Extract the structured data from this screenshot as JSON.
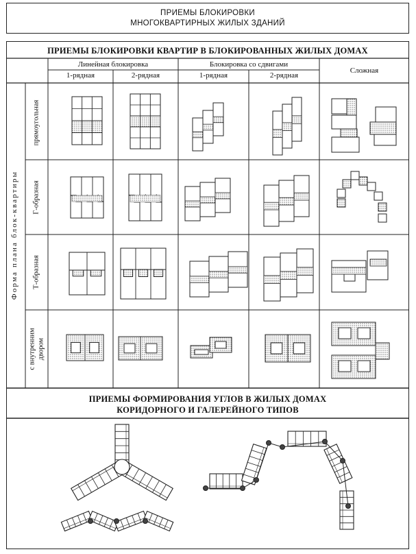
{
  "sheet_title": {
    "line1": "ПРИЕМЫ БЛОКИРОВКИ",
    "line2": "МНОГОКВАРТИРНЫХ ЖИЛЫХ ЗДАНИЙ"
  },
  "section1": {
    "title": "ПРИЕМЫ БЛОКИРОВКИ КВАРТИР В БЛОКИРОВАННЫХ ЖИЛЫХ ДОМАХ",
    "groups": {
      "linear": "Линейная блокировка",
      "shifted": "Блокировка со сдвигами",
      "complex": "Сложная"
    },
    "subcolumns": [
      "1-рядная",
      "2-рядная",
      "1-рядная",
      "2-рядная"
    ],
    "row_axis_label": "Форма плана блок-квартиры",
    "rows": [
      "прямоугольная",
      "Г-образная",
      "Т-образная",
      "с внутренним",
      "двором"
    ]
  },
  "section2": {
    "title_line1": "ПРИЕМЫ ФОРМИРОВАНИЯ УГЛОВ В ЖИЛЫХ ДОМАХ",
    "title_line2": "КОРИДОРНОГО И ГАЛЕРЕЙНОГО ТИПОВ"
  }
}
